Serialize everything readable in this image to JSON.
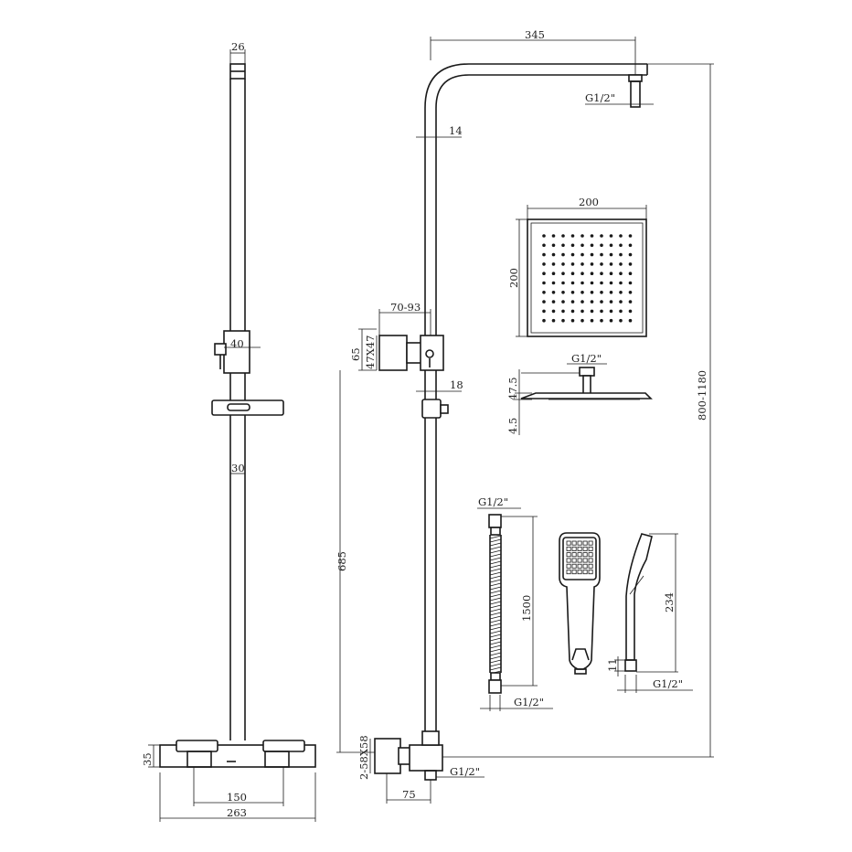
{
  "drawing": {
    "labels": {
      "rail_top_width": "26",
      "bracket_width": "40",
      "rail_diameter": "30",
      "valve_height": "35",
      "valve_centers": "150",
      "valve_width": "263",
      "arm_length": "345",
      "arm_thread": "G1/2\"",
      "riser_diameter": "14",
      "bracket_projection": "70-93",
      "bracket_plate": "47X47",
      "bracket_height": "65",
      "slider_size": "18",
      "riser_height": "685",
      "inlet_plate": "2-58X58",
      "inlet_thread": "G1/2\"",
      "inlet_offset": "75",
      "total_height": "800-1180",
      "head_width": "200",
      "head_depth": "200",
      "head_thread": "G1/2\"",
      "head_height": "47.5",
      "head_thickness": "4.5",
      "hose_thread_top": "G1/2\"",
      "hose_length": "1500",
      "hose_thread_bottom": "G1/2\"",
      "handset_length": "234",
      "handset_connector": "11",
      "handset_thread": "G1/2\""
    }
  }
}
